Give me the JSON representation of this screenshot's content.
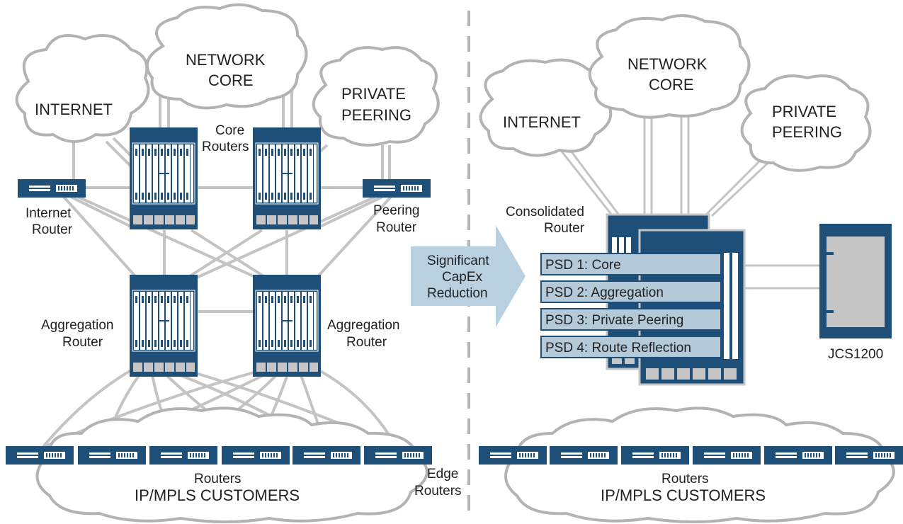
{
  "colors": {
    "navy": "#1d4f78",
    "slot": "#ffffff",
    "line": "#c4c4c4",
    "cloud_stroke": "#b3b3b3",
    "psd_fill": "#b5cad9",
    "arrow_fill": "#b8d0e0",
    "chassis_inner": "#c6c6c6"
  },
  "left": {
    "cloud_internet": "INTERNET",
    "cloud_core_l1": "NETWORK",
    "cloud_core_l2": "CORE",
    "cloud_peering_l1": "PRIVATE",
    "cloud_peering_l2": "PEERING",
    "core_routers_l1": "Core",
    "core_routers_l2": "Routers",
    "internet_router_l1": "Internet",
    "internet_router_l2": "Router",
    "peering_router_l1": "Peering",
    "peering_router_l2": "Router",
    "agg_left_l1": "Aggregation",
    "agg_left_l2": "Router",
    "agg_right_l1": "Aggregation",
    "agg_right_l2": "Router",
    "routers": "Routers",
    "customers": "IP/MPLS CUSTOMERS",
    "edge_routers_l1": "Edge",
    "edge_routers_l2": "Routers"
  },
  "arrow": {
    "l1": "Significant",
    "l2": "CapEx",
    "l3": "Reduction"
  },
  "right": {
    "cloud_internet": "INTERNET",
    "cloud_core_l1": "NETWORK",
    "cloud_core_l2": "CORE",
    "cloud_peering_l1": "PRIVATE",
    "cloud_peering_l2": "PEERING",
    "consolidated_l1": "Consolidated",
    "consolidated_l2": "Router",
    "psd": [
      "PSD 1: Core",
      "PSD 2: Aggregation",
      "PSD 3: Private Peering",
      "PSD 4: Route Reflection"
    ],
    "jcs": "JCS1200",
    "routers": "Routers",
    "customers": "IP/MPLS CUSTOMERS"
  }
}
